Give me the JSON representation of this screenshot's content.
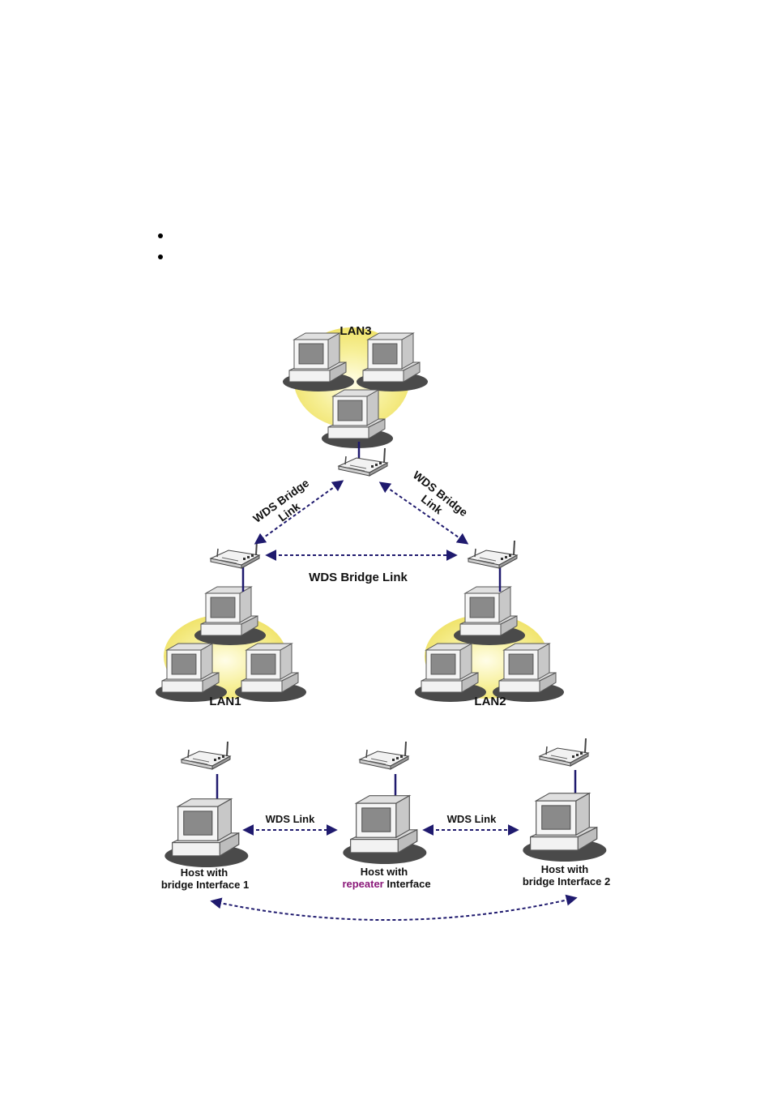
{
  "bullets": [
    "",
    ""
  ],
  "diagram1": {
    "lan3": "LAN3",
    "lan1": "LAN1",
    "lan2": "LAN2",
    "link_left_line1": "WDS Bridge",
    "link_left_line2": "Link",
    "link_right_line1": "WDS Bridge",
    "link_right_line2": "Link",
    "link_bottom": "WDS Bridge Link"
  },
  "diagram2": {
    "link1": "WDS Link",
    "link2": "WDS Link",
    "host1_line1": "Host with",
    "host1_line2": "bridge Interface 1",
    "host2_line1": "Host with",
    "host2_line2_colored": "repeater",
    "host2_line2_rest": " Interface",
    "host3_line1": "Host with",
    "host3_line2": "bridge Interface 2"
  },
  "colors": {
    "link": "#1f1a6e",
    "lan_glow": "#f4ec8a",
    "repeater_text": "#8b1a7a"
  },
  "icons": [
    "desktop-computer-icon",
    "wireless-router-icon"
  ]
}
